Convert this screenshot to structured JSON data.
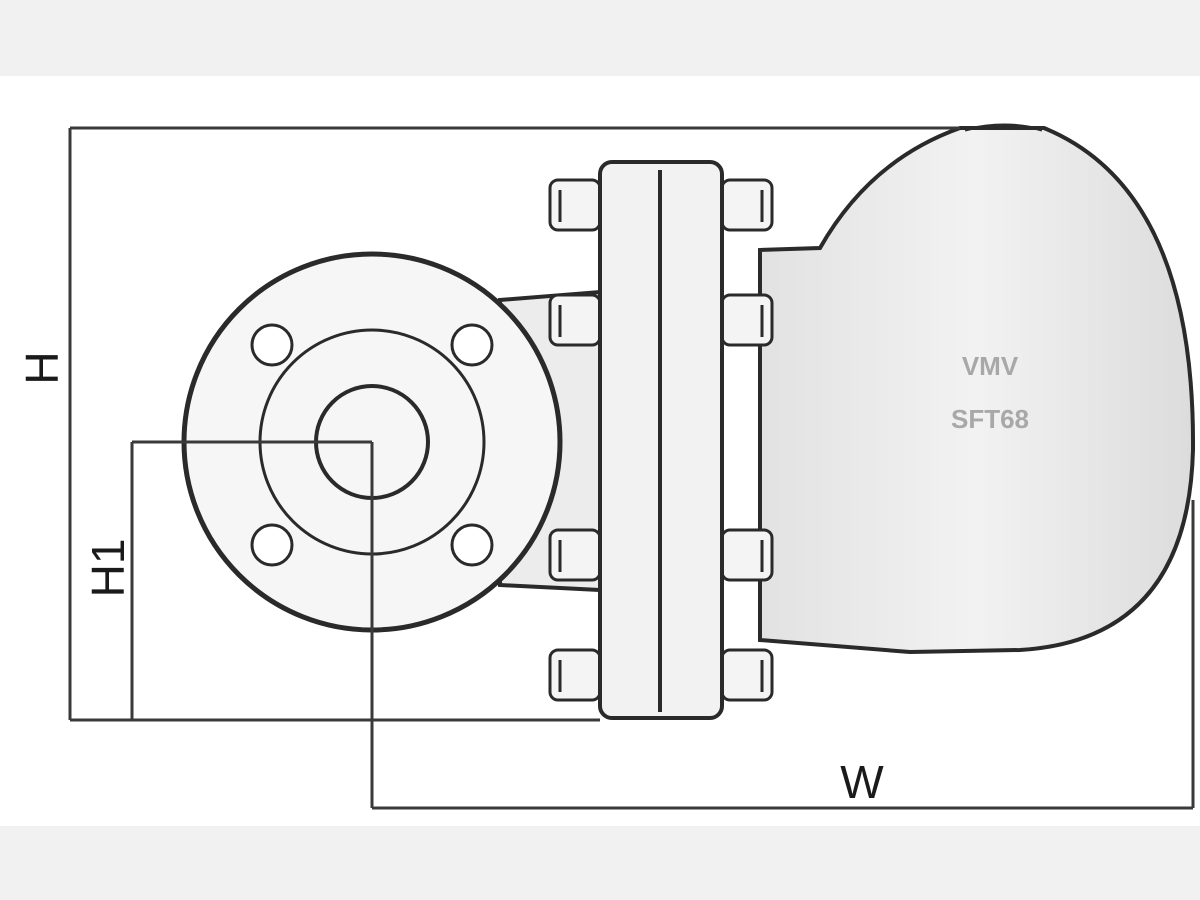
{
  "dimensions": {
    "height_label": "H",
    "height_inlet_label": "H1",
    "width_label": "W"
  },
  "product": {
    "brand": "VMV",
    "model": "SFT68"
  },
  "colors": {
    "outline": "#2a2a2a",
    "body_fill": "#ececec",
    "dim_line": "#3a3a3a",
    "background": "#ffffff"
  }
}
